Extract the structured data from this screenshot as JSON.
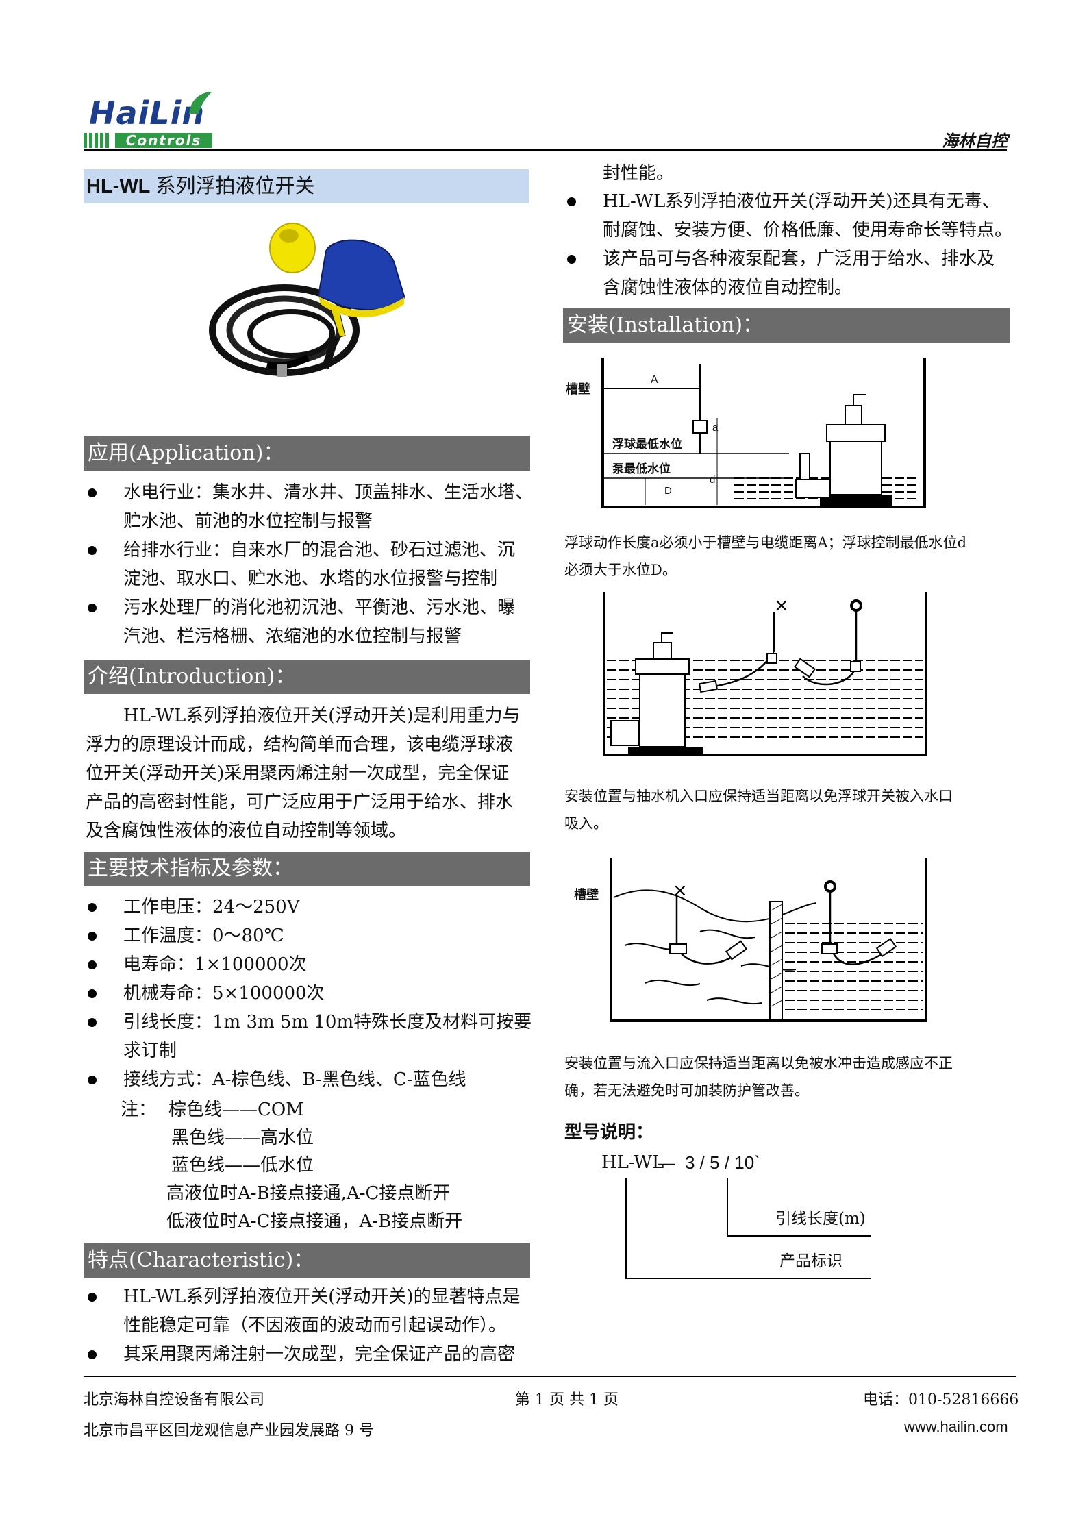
{
  "header": {
    "logo_main": "HaiLin",
    "logo_sub": "Controls",
    "company_short": "海林自控"
  },
  "title": {
    "model": "HL-WL",
    "name": " 系列浮拍液位开关"
  },
  "application": {
    "heading": "应用(Application)：",
    "items": [
      [
        "水电行业：集水井、清水井、顶盖排水、生活水塔、",
        "贮水池、前池的水位控制与报警"
      ],
      [
        "给排水行业：自来水厂的混合池、砂石过滤池、沉",
        "淀池、取水口、贮水池、水塔的水位报警与控制"
      ],
      [
        "污水处理厂的消化池初沉池、平衡池、污水池、曝",
        "汽池、栏污格栅、浓缩池的水位控制与报警"
      ]
    ]
  },
  "introduction": {
    "heading": "介绍(Introduction)：",
    "lines": [
      "HL-WL系列浮拍液位开关(浮动开关)是利用重力与",
      "浮力的原理设计而成，结构简单而合理，该电缆浮球液",
      "位开关(浮动开关)采用聚丙烯注射一次成型，完全保证",
      "产品的高密封性能，可广泛应用于广泛用于给水、排水",
      "及含腐蚀性液体的液位自动控制等领域。"
    ]
  },
  "specs": {
    "heading": "主要技术指标及参数：",
    "items": [
      [
        "工作电压：24～250V"
      ],
      [
        "工作温度：0～80℃"
      ],
      [
        "电寿命：1×100000次"
      ],
      [
        "机械寿命：5×100000次"
      ],
      [
        "引线长度：1m 3m 5m 10m特殊长度及材料可按要",
        "求订制"
      ],
      [
        "接线方式：A-棕色线、B-黑色线、C-蓝色线"
      ]
    ],
    "note_label": "注：",
    "notes": [
      "棕色线——COM",
      "黑色线——高水位",
      "蓝色线——低水位",
      "高液位时A-B接点接通,A-C接点断开",
      "低液位时A-C接点接通，A-B接点断开"
    ]
  },
  "features": {
    "heading": "特点(Characteristic)：",
    "items": [
      [
        "HL-WL系列浮拍液位开关(浮动开关)的显著特点是",
        "性能稳定可靠（不因液面的波动而引起误动作）。"
      ],
      [
        "其采用聚丙烯注射一次成型，完全保证产品的高密",
        "封性能。"
      ],
      [
        "HL-WL系列浮拍液位开关(浮动开关)还具有无毒、",
        "耐腐蚀、安装方便、价格低廉、使用寿命长等特点。"
      ],
      [
        "该产品可与各种液泵配套，广泛用于给水、排水及",
        "含腐蚀性液体的液位自动控制。"
      ]
    ]
  },
  "installation": {
    "heading": "安装(Installation)：",
    "diagram1": {
      "wall": "槽壁",
      "a_label": "A",
      "float_level": "浮球最低水位",
      "pump_level": "泵最低水位",
      "a": "a",
      "d": "d",
      "D": "D"
    },
    "caption1": [
      "浮球动作长度a必须小于槽壁与电缆距离A；浮球控制最低水位d",
      "必须大于水位D。"
    ],
    "caption2": [
      "安装位置与抽水机入口应保持适当距离以免浮球开关被入水口",
      "吸入。"
    ],
    "diagram3_wall": "槽壁",
    "caption3": [
      "安装位置与流入口应保持适当距离以免被水冲击造成感应不正",
      "确，若无法避免时可加装防护管改善。"
    ]
  },
  "model_explain": {
    "heading": "型号说明：",
    "code_prefix": "HL-WL",
    "code_dash": "—",
    "code_suffix": "3 / 5 / 10`",
    "lead_length": "引线长度(m)",
    "product_id": "产品标识"
  },
  "footer": {
    "company": "北京海林自控设备有限公司",
    "page": "第 1 页 共 1 页",
    "phone": "电话：010-52816666",
    "address": "北京市昌平区回龙观信息产业园发展路 9 号",
    "website": "www.hailin.com"
  },
  "colors": {
    "logo_blue": "#1d3e8c",
    "logo_green": "#2e9a45",
    "section_bar": "#6b6b6b",
    "title_bar": "#c7d9f0"
  }
}
